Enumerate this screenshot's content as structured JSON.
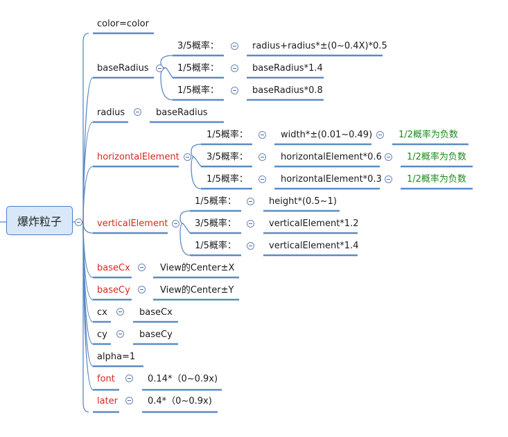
{
  "root": "爆炸粒子",
  "labels": {
    "color": "color=color",
    "baseRadius": "baseRadius",
    "br_p1": "3/5概率：",
    "br_v1": "radius+radius*±(0~0.4X)*0.5",
    "br_p2": "1/5概率：",
    "br_v2": "baseRadius*1.4",
    "br_p3": "1/5概率：",
    "br_v3": "baseRadius*0.8",
    "radius": "radius",
    "radius_v": "baseRadius",
    "horizontalElement": "horizontalElement",
    "he_p1": "1/5概率：",
    "he_v1": "width*±(0.01~0.49)",
    "he_n1": "1/2概率为负数",
    "he_p2": "3/5概率：",
    "he_v2": "horizontalElement*0.6",
    "he_n2": "1/2概率为负数",
    "he_p3": "1/5概率：",
    "he_v3": "horizontalElement*0.3",
    "he_n3": "1/2概率为负数",
    "verticalElement": "verticalElement",
    "ve_p1": "1/5概率：",
    "ve_v1": "height*(0.5~1)",
    "ve_p2": "3/5概率：",
    "ve_v2": "verticalElement*1.2",
    "ve_p3": "1/5概率：",
    "ve_v3": "verticalElement*1.4",
    "baseCx": "baseCx",
    "baseCx_v": "View的Center±X",
    "baseCy": "baseCy",
    "baseCy_v": "View的Center±Y",
    "cx": "cx",
    "cx_v": "baseCx",
    "cy": "cy",
    "cy_v": "baseCy",
    "alpha": "alpha=1",
    "font": "font",
    "font_v": "0.14*（0~0.9x)",
    "later": "later",
    "later_v": "0.4*（0~0.9x)"
  },
  "colors": {
    "line": "#5b8ac6",
    "red_label": "#d9261c",
    "green_label": "#1e8c1e",
    "root_fill": "#d8e8f8",
    "root_border": "#4a7ec0"
  }
}
